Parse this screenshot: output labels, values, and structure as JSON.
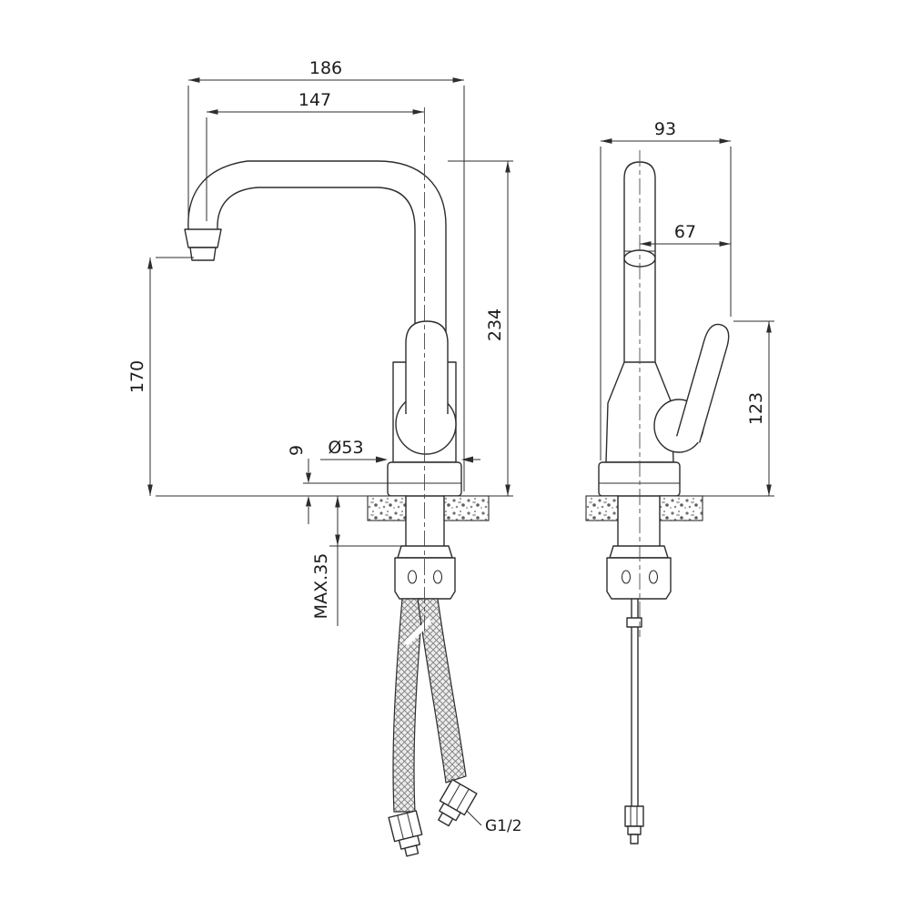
{
  "page": {
    "background": "#ffffff",
    "line_color": "#2d2d2d"
  },
  "drawing": {
    "type": "faucet-installation-dimension-drawing",
    "front_view": {
      "overall_width": "186",
      "spout_reach": "147",
      "spout_height": "170",
      "overall_height": "234",
      "base_ring_height": "9",
      "base_diameter": "Ø53",
      "max_mounting_thickness": "MAX.35",
      "hose_thread": "G1/2"
    },
    "side_view": {
      "overall_depth": "93",
      "handle_offset": "67",
      "handle_height": "123"
    }
  }
}
